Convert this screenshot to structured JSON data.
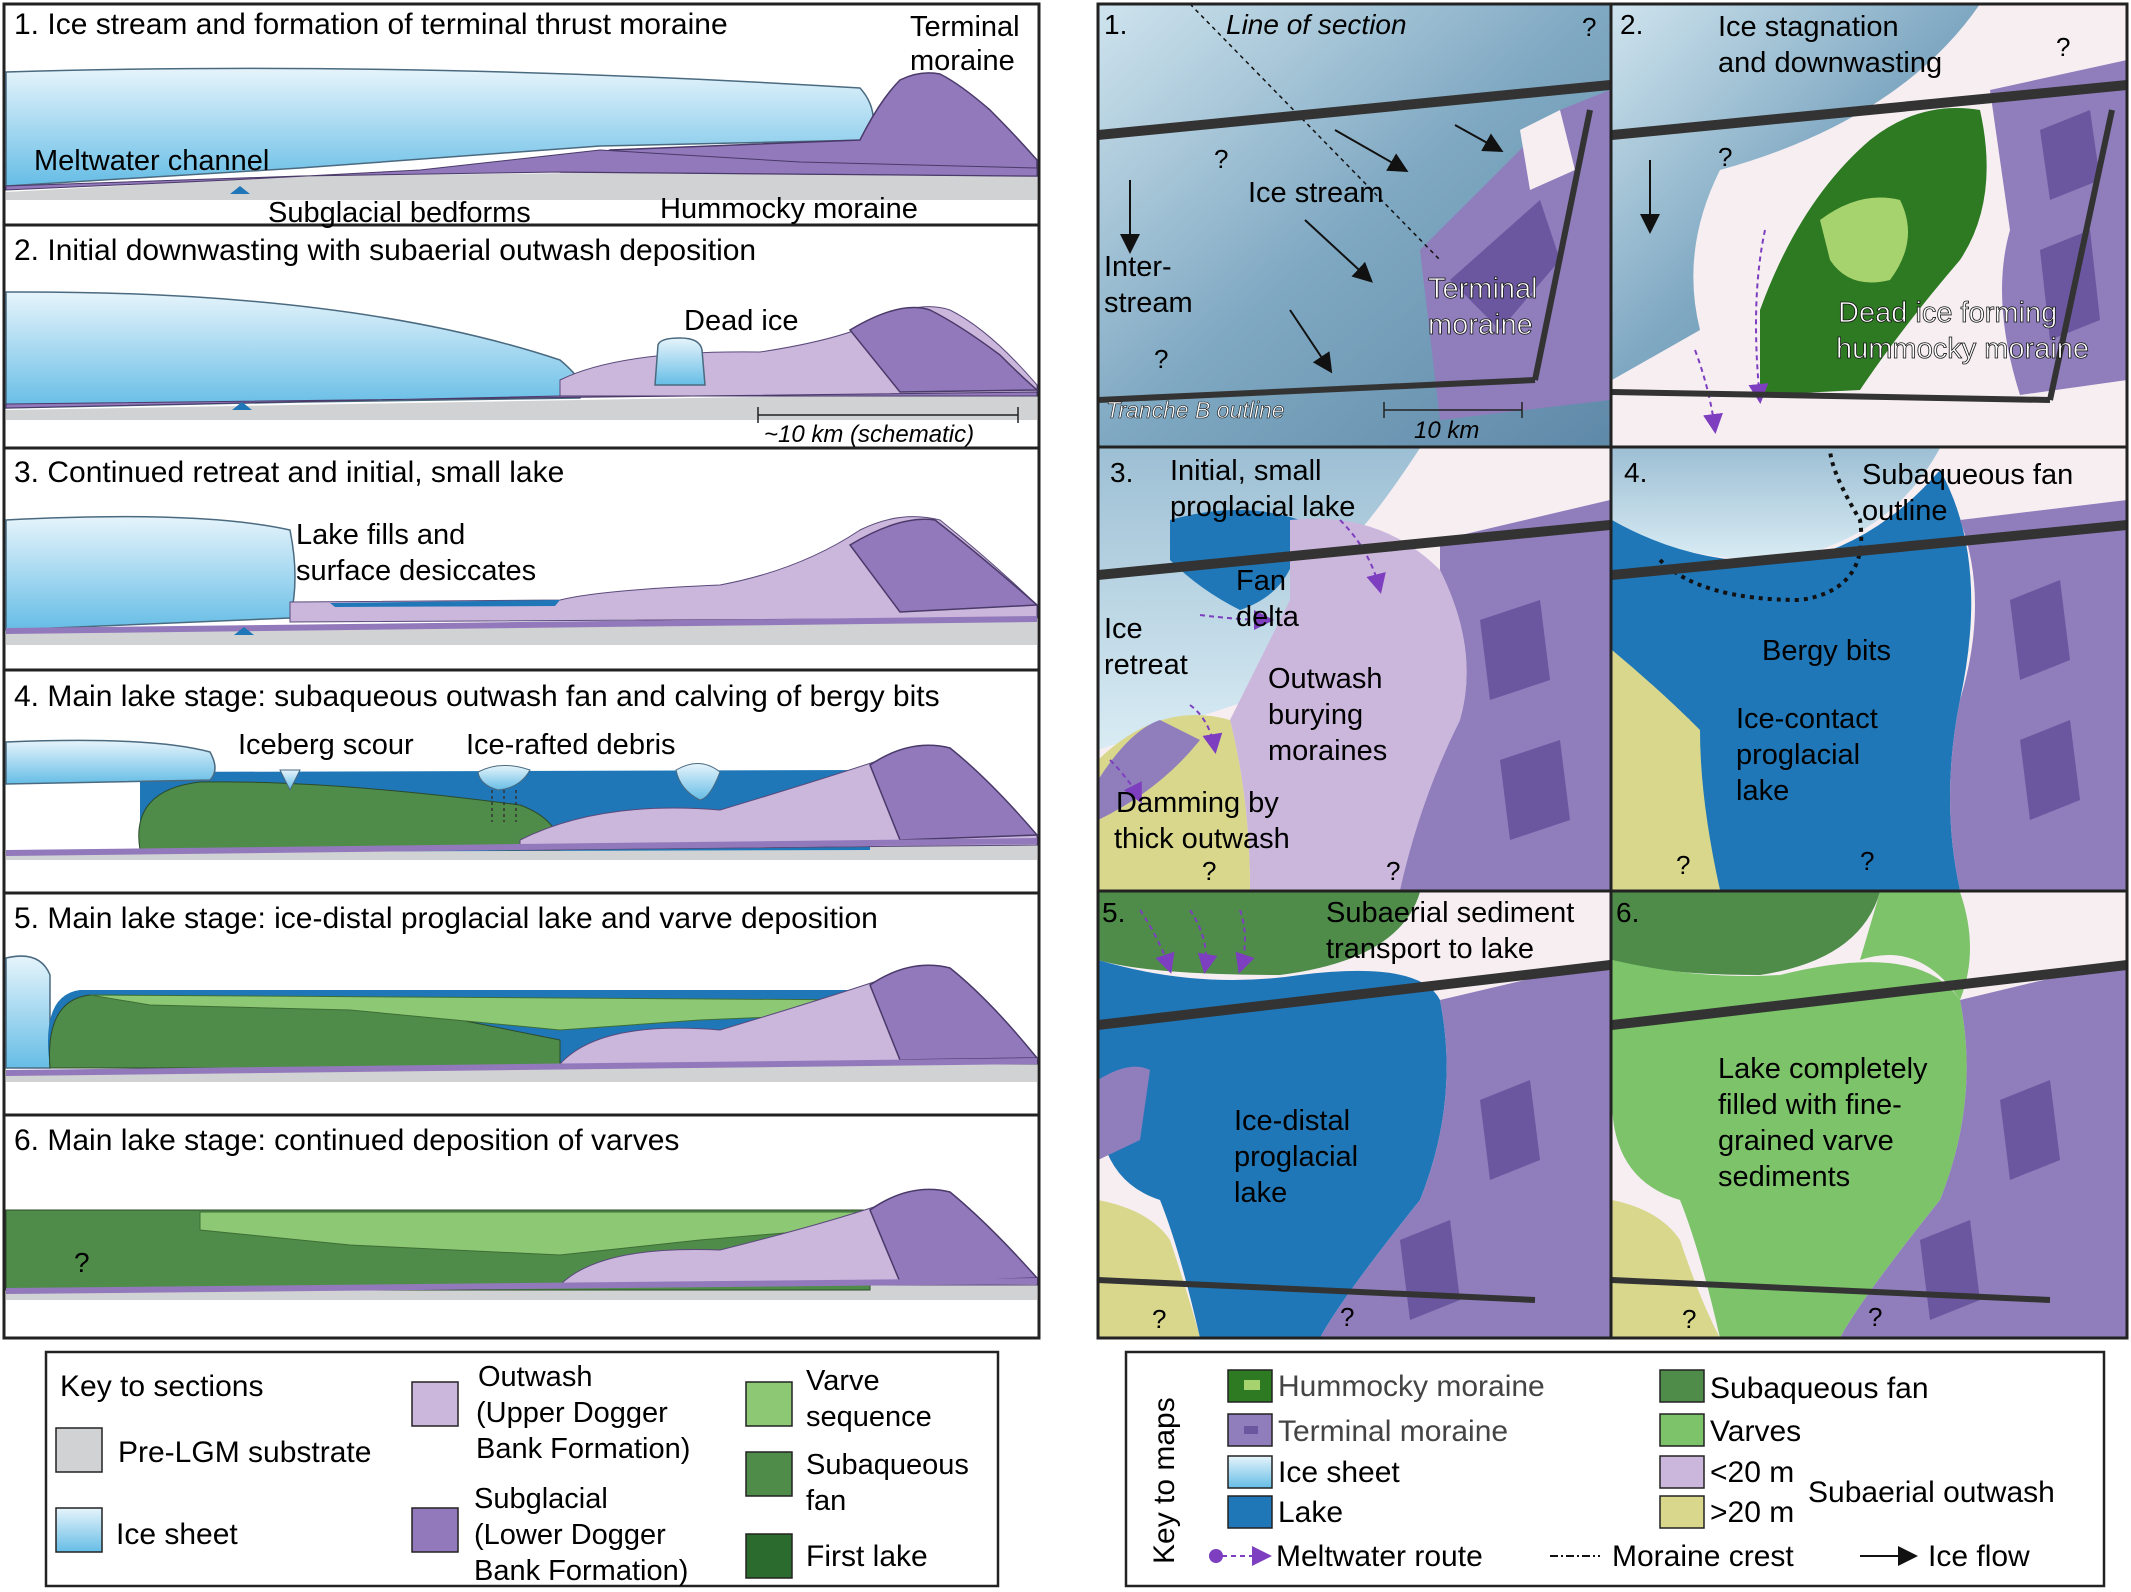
{
  "sections": [
    {
      "title": "1. Ice stream and formation of terminal thrust moraine",
      "labels": {
        "terminal_a": "Terminal",
        "terminal_b": "moraine",
        "meltwater": "Meltwater channel",
        "subglacial": "Subglacial bedforms",
        "hummocky": "Hummocky moraine"
      }
    },
    {
      "title": "2. Initial downwasting with subaerial outwash deposition",
      "labels": {
        "dead_ice": "Dead ice",
        "scale": "~10 km (schematic)"
      }
    },
    {
      "title": "3. Continued retreat and initial, small lake",
      "labels": {
        "lake_a": "Lake fills and",
        "lake_b": "surface desiccates"
      }
    },
    {
      "title": "4. Main lake stage: subaqueous outwash fan and calving of bergy bits",
      "labels": {
        "scour": "Iceberg scour",
        "rafted": "Ice-rafted debris"
      }
    },
    {
      "title": "5. Main lake stage: ice-distal proglacial lake and varve deposition",
      "labels": {}
    },
    {
      "title": "6. Main lake stage: continued deposition of varves",
      "labels": {
        "unknown": "?"
      }
    }
  ],
  "section_key": {
    "title": "Key to sections",
    "items": [
      {
        "lines": [
          "Pre-LGM substrate"
        ],
        "color": "#d1d2d4"
      },
      {
        "lines": [
          "Ice sheet"
        ],
        "color": "#8fd0ee"
      },
      {
        "lines": [
          "Outwash",
          "(Upper Dogger",
          "Bank Formation)"
        ],
        "color": "#cbb6dc"
      },
      {
        "lines": [
          "Subglacial",
          "(Lower Dogger",
          "Bank Formation)"
        ],
        "color": "#9279bb"
      },
      {
        "lines": [
          "Varve",
          "sequence"
        ],
        "color": "#8dc975"
      },
      {
        "lines": [
          "Subaqueous",
          "fan"
        ],
        "color": "#4f8c4a"
      },
      {
        "lines": [
          "First lake"
        ],
        "color": "#2c6b2e"
      }
    ]
  },
  "maps": [
    {
      "number": "1.",
      "labels": {
        "line_of_section": "Line of section",
        "q1": "?",
        "q2": "?",
        "q3": "?",
        "ice_stream": "Ice stream",
        "inter_a": "Inter-",
        "inter_b": "stream",
        "term_a": "Terminal",
        "term_b": "moraine",
        "tranche": "Tranche B outline",
        "scale": "10 km"
      }
    },
    {
      "number": "2.",
      "labels": {
        "stag_a": "Ice stagnation",
        "stag_b": "and downwasting",
        "q1": "?",
        "q2": "?",
        "dead_a": "Dead ice forming",
        "dead_b": "hummocky moraine"
      }
    },
    {
      "number": "3.",
      "labels": {
        "init_a": "Initial, small",
        "init_b": "proglacial lake",
        "fan_a": "Fan",
        "fan_b": "delta",
        "ice_a": "Ice",
        "ice_b": "retreat",
        "out_a": "Outwash",
        "out_b": "burying",
        "out_c": "moraines",
        "dam_a": "Damming by",
        "dam_b": "thick outwash",
        "q1": "?",
        "q2": "?"
      }
    },
    {
      "number": "4.",
      "labels": {
        "sub_a": "Subaqueous fan",
        "sub_b": "outline",
        "bergy": "Bergy bits",
        "lake_a": "Ice-contact",
        "lake_b": "proglacial",
        "lake_c": "lake",
        "q1": "?",
        "q2": "?"
      }
    },
    {
      "number": "5.",
      "labels": {
        "trans_a": "Subaerial sediment",
        "trans_b": "transport to lake",
        "lake_a": "Ice-distal",
        "lake_b": "proglacial",
        "lake_c": "lake",
        "q1": "?",
        "q2": "?"
      }
    },
    {
      "number": "6.",
      "labels": {
        "fill_a": "Lake completely",
        "fill_b": "filled with fine-",
        "fill_c": "grained varve",
        "fill_d": "sediments",
        "q1": "?",
        "q2": "?"
      }
    }
  ],
  "map_key": {
    "title": "Key to maps",
    "col1": [
      {
        "label": "Hummocky moraine",
        "color": "#2d7a22"
      },
      {
        "label": "Terminal moraine",
        "color": "#8f7dbc"
      },
      {
        "label": "Ice sheet",
        "color": "#8fd0ee"
      },
      {
        "label": "Lake",
        "color": "#1f77b8"
      }
    ],
    "col2": [
      {
        "label": "Subaqueous fan",
        "color": "#4f8c4a"
      },
      {
        "label": "Varves",
        "color": "#7cc36a"
      },
      {
        "label": "<20 m",
        "color": "#cbb6dc"
      },
      {
        "label": ">20 m",
        "color": "#d8d78c"
      }
    ],
    "outwash_label": "Subaerial outwash",
    "lines": [
      {
        "label": "Meltwater route"
      },
      {
        "label": "Moraine crest"
      },
      {
        "label": "Ice flow"
      }
    ]
  }
}
